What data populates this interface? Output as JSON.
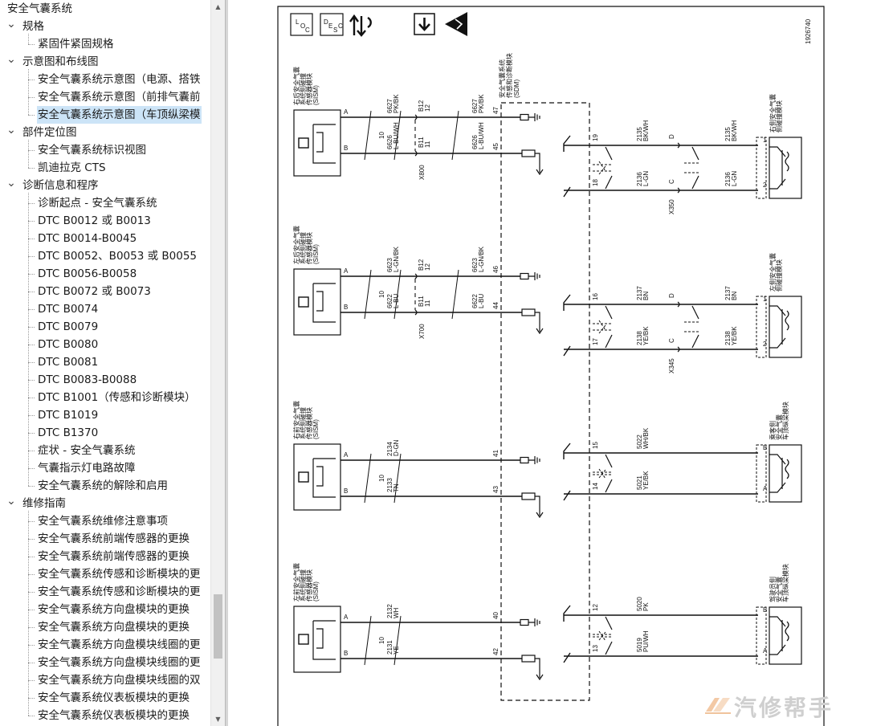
{
  "tree": [
    {
      "label": "安全气囊系统",
      "level": 0,
      "expand": "none",
      "selected": false
    },
    {
      "label": "规格",
      "level": 1,
      "expand": "open",
      "selected": false
    },
    {
      "label": "紧固件紧固规格",
      "level": 2,
      "expand": "none",
      "selected": false
    },
    {
      "label": "示意图和布线图",
      "level": 1,
      "expand": "open",
      "selected": false
    },
    {
      "label": "安全气囊系统示意图（电源、搭铁",
      "level": 2,
      "expand": "none",
      "selected": false
    },
    {
      "label": "安全气囊系统示意图（前排气囊前",
      "level": 2,
      "expand": "none",
      "selected": false
    },
    {
      "label": "安全气囊系统示意图（车顶纵梁模",
      "level": 2,
      "expand": "none",
      "selected": true
    },
    {
      "label": "部件定位图",
      "level": 1,
      "expand": "open",
      "selected": false
    },
    {
      "label": "安全气囊系统标识视图",
      "level": 2,
      "expand": "none",
      "selected": false
    },
    {
      "label": "凯迪拉克 CTS",
      "level": 2,
      "expand": "none",
      "selected": false
    },
    {
      "label": "诊断信息和程序",
      "level": 1,
      "expand": "open",
      "selected": false
    },
    {
      "label": "诊断起点 - 安全气囊系统",
      "level": 2,
      "expand": "none",
      "selected": false
    },
    {
      "label": "DTC B0012 或 B0013",
      "level": 2,
      "expand": "none",
      "selected": false
    },
    {
      "label": "DTC B0014-B0045",
      "level": 2,
      "expand": "none",
      "selected": false
    },
    {
      "label": "DTC B0052、B0053 或 B0055",
      "level": 2,
      "expand": "none",
      "selected": false
    },
    {
      "label": "DTC B0056-B0058",
      "level": 2,
      "expand": "none",
      "selected": false
    },
    {
      "label": "DTC B0072 或 B0073",
      "level": 2,
      "expand": "none",
      "selected": false
    },
    {
      "label": "DTC B0074",
      "level": 2,
      "expand": "none",
      "selected": false
    },
    {
      "label": "DTC B0079",
      "level": 2,
      "expand": "none",
      "selected": false
    },
    {
      "label": "DTC B0080",
      "level": 2,
      "expand": "none",
      "selected": false
    },
    {
      "label": "DTC B0081",
      "level": 2,
      "expand": "none",
      "selected": false
    },
    {
      "label": "DTC B0083-B0088",
      "level": 2,
      "expand": "none",
      "selected": false
    },
    {
      "label": "DTC B1001（传感和诊断模块）",
      "level": 2,
      "expand": "none",
      "selected": false
    },
    {
      "label": "DTC B1019",
      "level": 2,
      "expand": "none",
      "selected": false
    },
    {
      "label": "DTC B1370",
      "level": 2,
      "expand": "none",
      "selected": false
    },
    {
      "label": "症状 - 安全气囊系统",
      "level": 2,
      "expand": "none",
      "selected": false
    },
    {
      "label": "气囊指示灯电路故障",
      "level": 2,
      "expand": "none",
      "selected": false
    },
    {
      "label": "安全气囊系统的解除和启用",
      "level": 2,
      "expand": "none",
      "selected": false
    },
    {
      "label": "维修指南",
      "level": 1,
      "expand": "open",
      "selected": false
    },
    {
      "label": "安全气囊系统维修注意事项",
      "level": 2,
      "expand": "none",
      "selected": false
    },
    {
      "label": "安全气囊系统前端传感器的更换",
      "level": 2,
      "expand": "none",
      "selected": false
    },
    {
      "label": "安全气囊系统前端传感器的更换",
      "level": 2,
      "expand": "none",
      "selected": false
    },
    {
      "label": "安全气囊系统传感和诊断模块的更",
      "level": 2,
      "expand": "none",
      "selected": false
    },
    {
      "label": "安全气囊系统传感和诊断模块的更",
      "level": 2,
      "expand": "none",
      "selected": false
    },
    {
      "label": "安全气囊系统方向盘模块的更换",
      "level": 2,
      "expand": "none",
      "selected": false
    },
    {
      "label": "安全气囊系统方向盘模块的更换",
      "level": 2,
      "expand": "none",
      "selected": false
    },
    {
      "label": "安全气囊系统方向盘模块线圈的更",
      "level": 2,
      "expand": "none",
      "selected": false
    },
    {
      "label": "安全气囊系统方向盘模块线圈的更",
      "level": 2,
      "expand": "none",
      "selected": false
    },
    {
      "label": "安全气囊系统方向盘模块线圈的双",
      "level": 2,
      "expand": "none",
      "selected": false
    },
    {
      "label": "安全气囊系统仪表板模块的更换",
      "level": 2,
      "expand": "none",
      "selected": false
    },
    {
      "label": "安全气囊系统仪表板模块的更换",
      "level": 2,
      "expand": "none",
      "selected": false
    }
  ],
  "scrollbar": {
    "up_icon": "arrow-up-icon",
    "down_icon": "arrow-down-icon"
  },
  "diagram": {
    "figure_id": "1926740",
    "header_icons": {
      "loc": {
        "l": "L",
        "o": "O",
        "c": "C"
      },
      "desc": {
        "d": "D",
        "e": "E",
        "s": "S",
        "c": "C"
      },
      "icons": [
        "location-icon",
        "description-icon",
        "data-flow-icon",
        "download-icon",
        "esd-warning-icon"
      ]
    },
    "sdm": {
      "l1": "安全气囊系统",
      "l2": "传感和诊断模块",
      "l3": "(SDM)"
    },
    "sections": [
      {
        "sensor": [
          "右后安全气囊",
          "系统侧碰撞",
          "传感器模块",
          "(SISM)"
        ],
        "pinA": "A",
        "pinB": "B",
        "twist": "10",
        "wA": [
          "6627",
          "PK/BK"
        ],
        "wB": [
          "6626",
          "L-BU/WH"
        ],
        "conn": {
          "name": "X800",
          "a": [
            "B12",
            "12"
          ],
          "b": [
            "B11",
            "11"
          ]
        },
        "sA": [
          "6627",
          "PK/BK"
        ],
        "sB": [
          "6626",
          "L-BU/WH"
        ],
        "sdmA": "47",
        "sdmB": "45",
        "out1": "19",
        "out2": "18",
        "o1": [
          "2135",
          "BK/WH"
        ],
        "o2": [
          "2136",
          "L-GN"
        ],
        "oc": {
          "name": "X350",
          "a": "D",
          "b": "C"
        },
        "r1": [
          "2135",
          "BK/WH"
        ],
        "r2": [
          "2136",
          "L-GN"
        ],
        "d1": "1",
        "d2": "2",
        "dev": [
          "右侧安全气囊",
          "侧碰撞模块"
        ]
      },
      {
        "sensor": [
          "左后安全气囊",
          "系统侧碰撞",
          "传感器模块",
          "(SISM)"
        ],
        "pinA": "A",
        "pinB": "B",
        "twist": "10",
        "wA": [
          "6623",
          "L-GN/BK"
        ],
        "wB": [
          "6622",
          "L-BU"
        ],
        "conn": {
          "name": "X700",
          "a": [
            "B12",
            "12"
          ],
          "b": [
            "B11",
            "11"
          ]
        },
        "sA": [
          "6623",
          "L-GN/BK"
        ],
        "sB": [
          "6622",
          "L-BU"
        ],
        "sdmA": "46",
        "sdmB": "44",
        "out1": "16",
        "out2": "17",
        "o1": [
          "2137",
          "BN"
        ],
        "o2": [
          "2138",
          "YE/BK"
        ],
        "oc": {
          "name": "X345",
          "a": "D",
          "b": "C"
        },
        "r1": [
          "2137",
          "BN"
        ],
        "r2": [
          "2138",
          "YE/BK"
        ],
        "d1": "1",
        "d2": "2",
        "dev": [
          "左侧安全气囊",
          "侧碰撞模块"
        ]
      },
      {
        "sensor": [
          "右前安全气囊",
          "系统侧碰撞",
          "传感器模块",
          "(SISM)"
        ],
        "pinA": "A",
        "pinB": "B",
        "twist": "10",
        "wA": [
          "2134",
          "D-GN"
        ],
        "wB": [
          "2133",
          "TN"
        ],
        "sdmA": "41",
        "sdmB": "43",
        "out1": "15",
        "out2": "14",
        "o1": [
          "5022",
          "WH/BK"
        ],
        "o2": [
          "5021",
          "YE/BK"
        ],
        "d1": "B",
        "d2": "A",
        "dev": [
          "乘客侧",
          "安全气囊",
          "车顶纵梁模块"
        ]
      },
      {
        "sensor": [
          "左前安全气囊",
          "系统侧碰撞",
          "传感器模块",
          "(SISM)"
        ],
        "pinA": "A",
        "pinB": "B",
        "twist": "10",
        "wA": [
          "2132",
          "WH"
        ],
        "wB": [
          "2131",
          "YE"
        ],
        "sdmA": "40",
        "sdmB": "42",
        "out1": "12",
        "out2": "13",
        "o1": [
          "5020",
          "PK"
        ],
        "o2": [
          "5019",
          "PU/WH"
        ],
        "d1": "B",
        "d2": "A",
        "dev": [
          "驾驶员侧",
          "安全气囊",
          "车顶纵梁模块"
        ]
      }
    ]
  },
  "watermark": {
    "text": "汽修帮手",
    "logo": "watermark-logo-icon"
  }
}
